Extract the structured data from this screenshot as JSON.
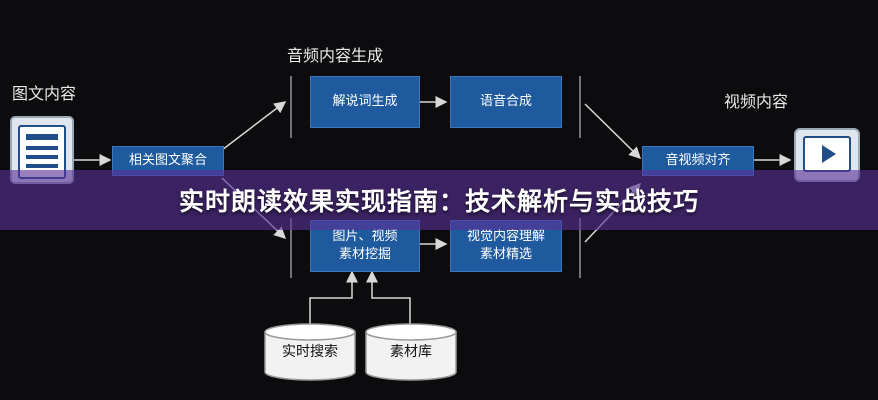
{
  "diagram": {
    "left_label": "图文内容",
    "top_label": "音频内容生成",
    "right_label": "视频内容",
    "nodes": {
      "aggregation": "相关图文聚合",
      "narration": "解说词生成",
      "tts": "语音合成",
      "align": "音视频对齐",
      "mining_line1": "图片、视频",
      "mining_line2": "素材挖掘",
      "understanding_line1": "视觉内容理解",
      "understanding_line2": "素材精选"
    },
    "databases": {
      "realtime_search": "实时搜索",
      "asset_library": "素材库"
    },
    "colors": {
      "node_fill": "#1f5a9e",
      "arrow": "#d8d8d8",
      "banner": "#583096"
    }
  },
  "banner": {
    "title": "实时朗读效果实现指南：技术解析与实战技巧"
  }
}
